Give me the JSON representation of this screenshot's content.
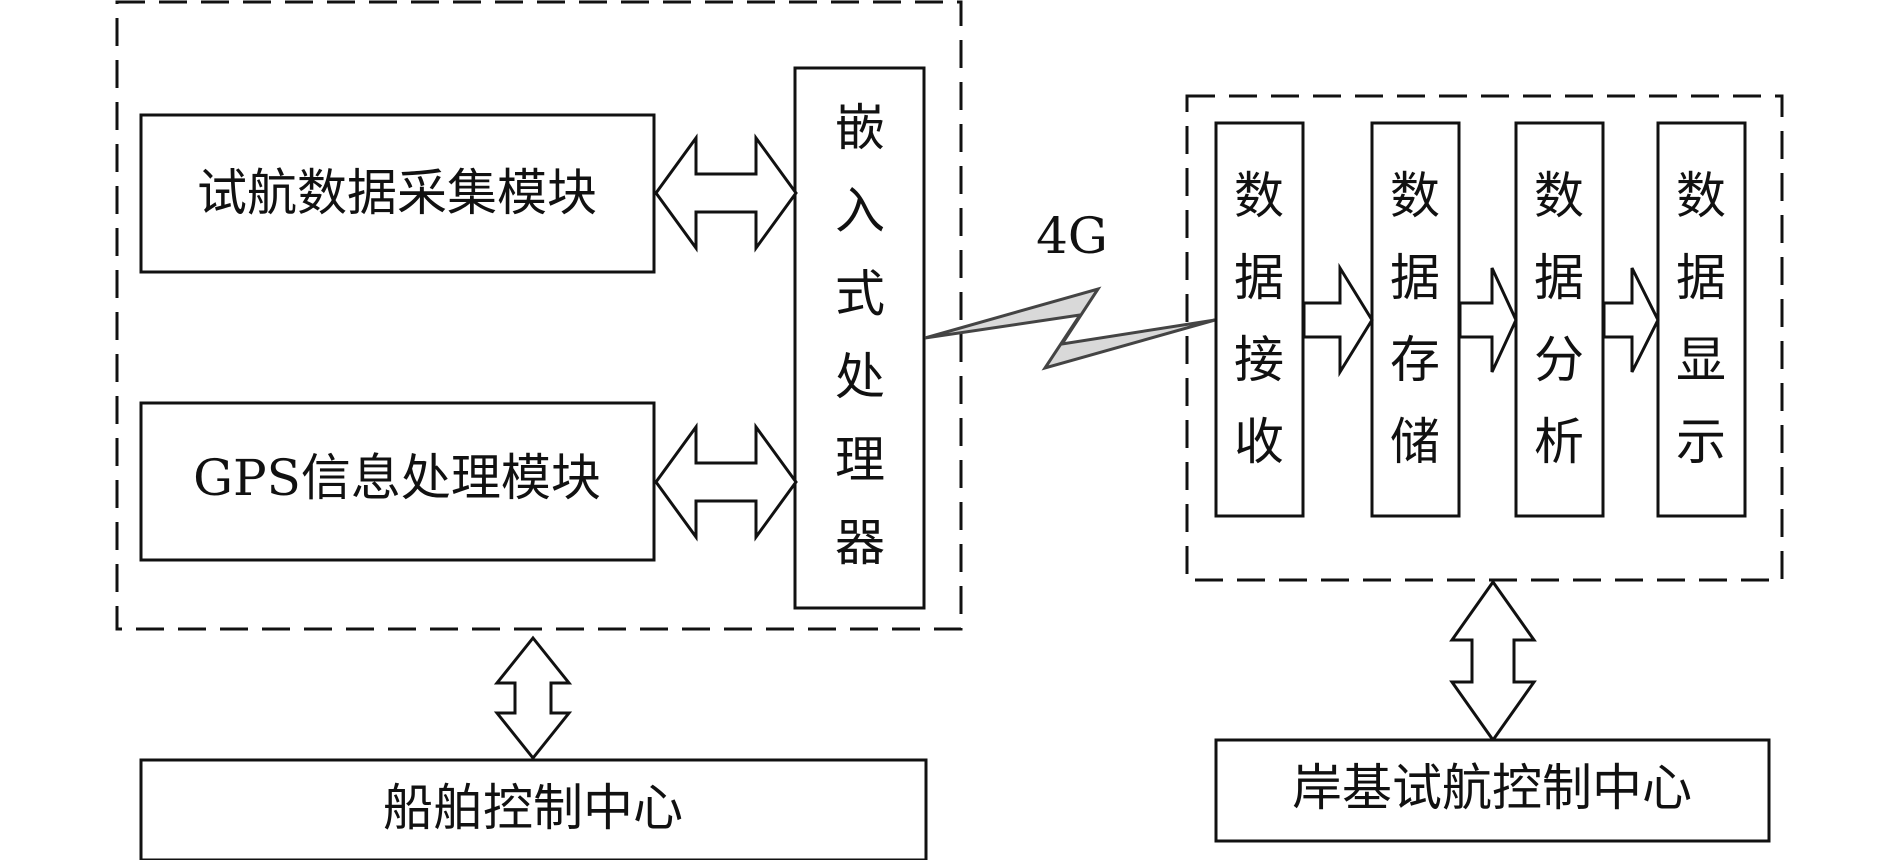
{
  "ship_side": {
    "data_module": "试航数据采集模块",
    "gps_module": "GPS信息处理模块",
    "processor_chars": [
      "嵌",
      "入",
      "式",
      "处",
      "理",
      "器"
    ],
    "control_center": "船舶控制中心"
  },
  "link": {
    "label": "4G"
  },
  "shore_side": {
    "steps": [
      {
        "chars": [
          "数",
          "据",
          "接",
          "收"
        ]
      },
      {
        "chars": [
          "数",
          "据",
          "存",
          "储"
        ]
      },
      {
        "chars": [
          "数",
          "据",
          "分",
          "析"
        ]
      },
      {
        "chars": [
          "数",
          "据",
          "显",
          "示"
        ]
      }
    ],
    "control_center": "岸基试航控制中心"
  },
  "colors": {
    "stroke": "#111111",
    "lightning_fill": "#d9d9d9",
    "background": "#ffffff"
  }
}
